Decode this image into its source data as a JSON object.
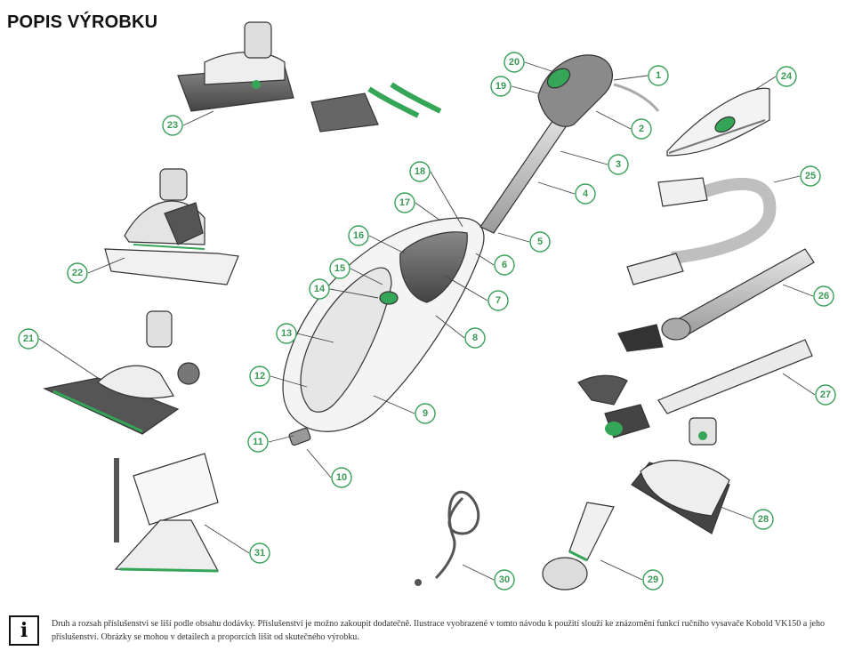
{
  "title": "POPIS VÝROBKU",
  "callouts": [
    "1",
    "2",
    "3",
    "4",
    "5",
    "6",
    "7",
    "8",
    "9",
    "10",
    "11",
    "12",
    "13",
    "14",
    "15",
    "16",
    "17",
    "18",
    "19",
    "20",
    "21",
    "22",
    "23",
    "24",
    "25",
    "26",
    "27",
    "28",
    "29",
    "30",
    "31"
  ],
  "note": "Druh a rozsah příslušenství se liší podle obsahu dodávky. Příslušenství je možno zakoupit dodatečně. Ilustrace vyobrazené v tomto návodu k použití slouží ke znázornění funkcí ručního vysavače Kobold VK150 a jeho příslušenství. Obrázky se mohou v detailech a proporcích lišit od skutečného výrobku.",
  "icons": {
    "info": "info-icon",
    "info_glyph": "i"
  },
  "colors": {
    "accent": "#3aa05a",
    "callout_text": "#3a9a55"
  }
}
